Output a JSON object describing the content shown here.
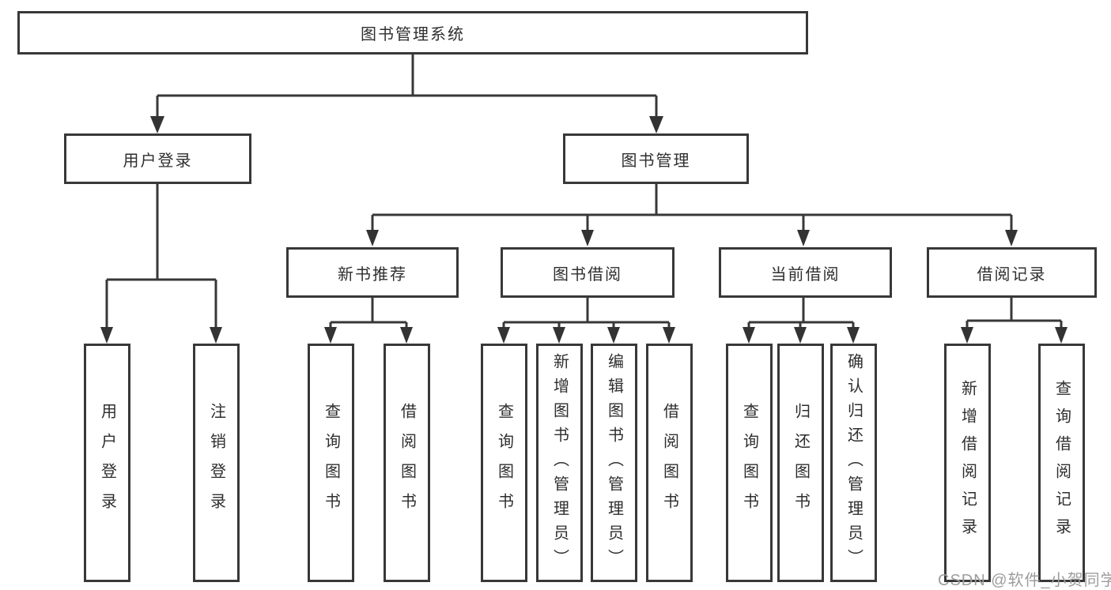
{
  "tree": {
    "label": "图书管理系统",
    "children": [
      {
        "label": "用户登录",
        "children": [
          {
            "label": "用户登录"
          },
          {
            "label": "注销登录"
          }
        ]
      },
      {
        "label": "图书管理",
        "children": [
          {
            "label": "新书推荐",
            "children": [
              {
                "label": "查询图书"
              },
              {
                "label": "借阅图书"
              }
            ]
          },
          {
            "label": "图书借阅",
            "children": [
              {
                "label": "查询图书"
              },
              {
                "label": "新增图书（管理员）"
              },
              {
                "label": "编辑图书（管理员）"
              },
              {
                "label": "借阅图书"
              }
            ]
          },
          {
            "label": "当前借阅",
            "children": [
              {
                "label": "查询图书"
              },
              {
                "label": "归还图书"
              },
              {
                "label": "确认归还（管理员）"
              }
            ]
          },
          {
            "label": "借阅记录",
            "children": [
              {
                "label": "新增借阅记录"
              },
              {
                "label": "查询借阅记录"
              }
            ]
          }
        ]
      }
    ]
  },
  "watermark": {
    "text": "CSDN @软件_小贺同学"
  },
  "colors": {
    "line": "#383838",
    "arrow": "#333333",
    "text": "#2e2e2e",
    "watermark_text": "#9d9d9d",
    "background": "#ffffff"
  }
}
